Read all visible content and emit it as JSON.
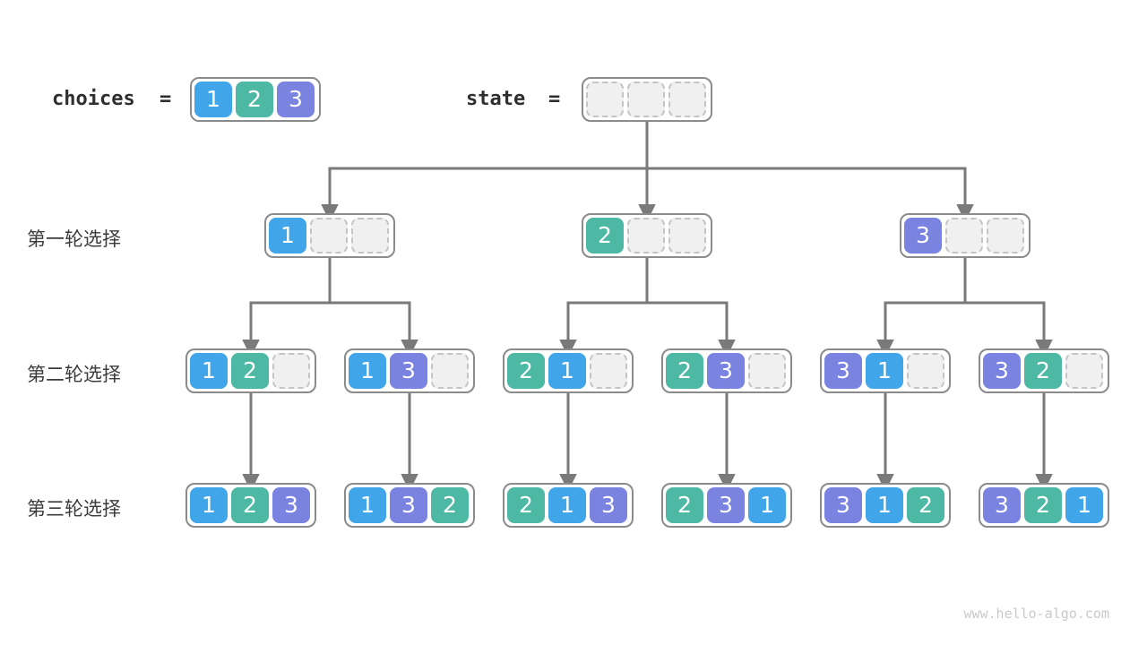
{
  "palette": {
    "1": "#41a6e9",
    "2": "#4db9a4",
    "3": "#7a83e0",
    "empty_fill": "#f0f0f0",
    "empty_border": "#c4c4c4",
    "box_border": "#8b8b8b",
    "connector": "#7a7a7a",
    "label_text": "#3b3b3b"
  },
  "header": {
    "choices_label": "choices",
    "equals": "=",
    "choices_cells": [
      "1",
      "2",
      "3"
    ],
    "state_label": "state",
    "state_cells": [
      "",
      "",
      ""
    ]
  },
  "rows": [
    {
      "label": "第一轮选择",
      "boxes": [
        [
          "1",
          "",
          ""
        ],
        [
          "2",
          "",
          ""
        ],
        [
          "3",
          "",
          ""
        ]
      ]
    },
    {
      "label": "第二轮选择",
      "boxes": [
        [
          "1",
          "2",
          ""
        ],
        [
          "1",
          "3",
          ""
        ],
        [
          "2",
          "1",
          ""
        ],
        [
          "2",
          "3",
          ""
        ],
        [
          "3",
          "1",
          ""
        ],
        [
          "3",
          "2",
          ""
        ]
      ]
    },
    {
      "label": "第三轮选择",
      "boxes": [
        [
          "1",
          "2",
          "3"
        ],
        [
          "1",
          "3",
          "2"
        ],
        [
          "2",
          "1",
          "3"
        ],
        [
          "2",
          "3",
          "1"
        ],
        [
          "3",
          "1",
          "2"
        ],
        [
          "3",
          "2",
          "1"
        ]
      ]
    }
  ],
  "watermark": "www.hello-algo.com"
}
